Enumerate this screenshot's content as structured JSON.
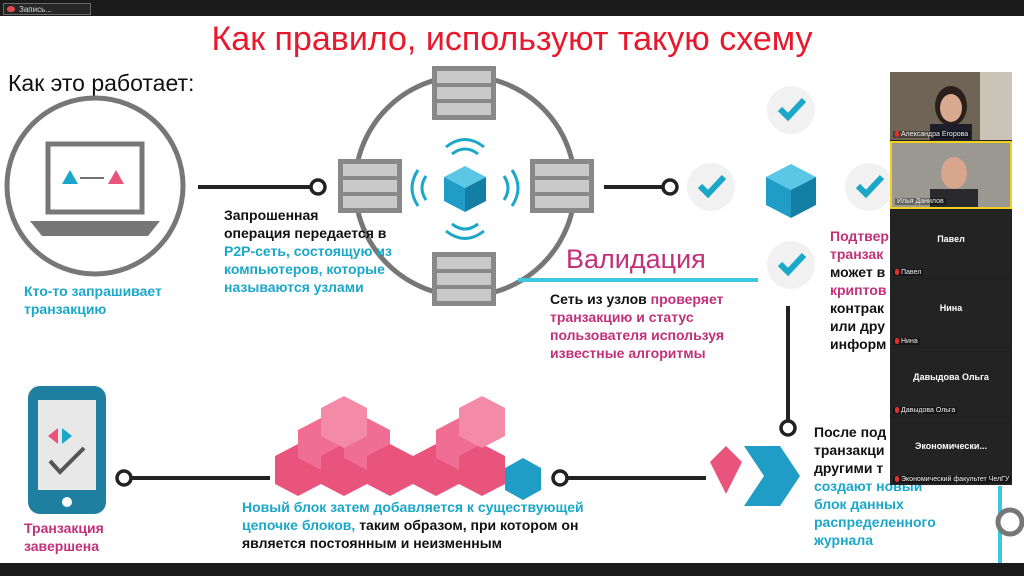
{
  "recording": {
    "label": "Запись..."
  },
  "slide": {
    "title": "Как правило, используют такую схему",
    "subtitle": "Как это работает:",
    "step1": {
      "line1": "Кто-то запрашивает",
      "line2": "транзакцию"
    },
    "step2": {
      "line1": "Запрошенная",
      "line2": "операция передается в",
      "line3": "P2P-сеть, состоящую из",
      "line4": "компьютеров, которые",
      "line5": "называются узлами"
    },
    "validation": {
      "title": "Валидация"
    },
    "step3": {
      "l1a": "Сеть из узлов ",
      "l1b": "проверяет",
      "l2": "транзакцию и статус",
      "l3": "пользователя используя",
      "l4": "известные алгоритмы"
    },
    "step4": {
      "l1": "Подтвер",
      "l2": "транзак",
      "l3": "может в",
      "l4": "криптов",
      "l5": "контрак",
      "l6": "или дру",
      "l7": "информ"
    },
    "step5": {
      "l1": "После под",
      "l2": "транзакци",
      "l3": "другими т",
      "l4": "создают новый",
      "l5": "блок данных",
      "l6": "распределенного",
      "l7": "журнала"
    },
    "step6": {
      "l1a": "Новый блок затем добавляется к существующей",
      "l2a": "цепочке блоков, ",
      "l2b": "таким образом, при котором он",
      "l3": "является постоянным и неизменным"
    },
    "step7": {
      "line1": "Транзакция",
      "line2": "завершена"
    }
  },
  "participants": [
    {
      "name": "Александра Егорова",
      "type": "video"
    },
    {
      "name": "Илья Данилов",
      "type": "video"
    },
    {
      "title": "Павел",
      "name": "Павел",
      "type": "avatar"
    },
    {
      "title": "Нина",
      "name": "Нина",
      "type": "avatar"
    },
    {
      "title": "Давыдова Ольга",
      "name": "Давыдова Ольга",
      "type": "avatar"
    },
    {
      "title": "Экономически...",
      "name": "Экономический факультет ЧелГУ",
      "type": "avatar"
    }
  ],
  "colors": {
    "title": "#e8192c",
    "cyan": "#1ba7c8",
    "pink": "#c2307a",
    "cube_pink": "#e9547d",
    "cube_blue": "#1f9dc7"
  }
}
